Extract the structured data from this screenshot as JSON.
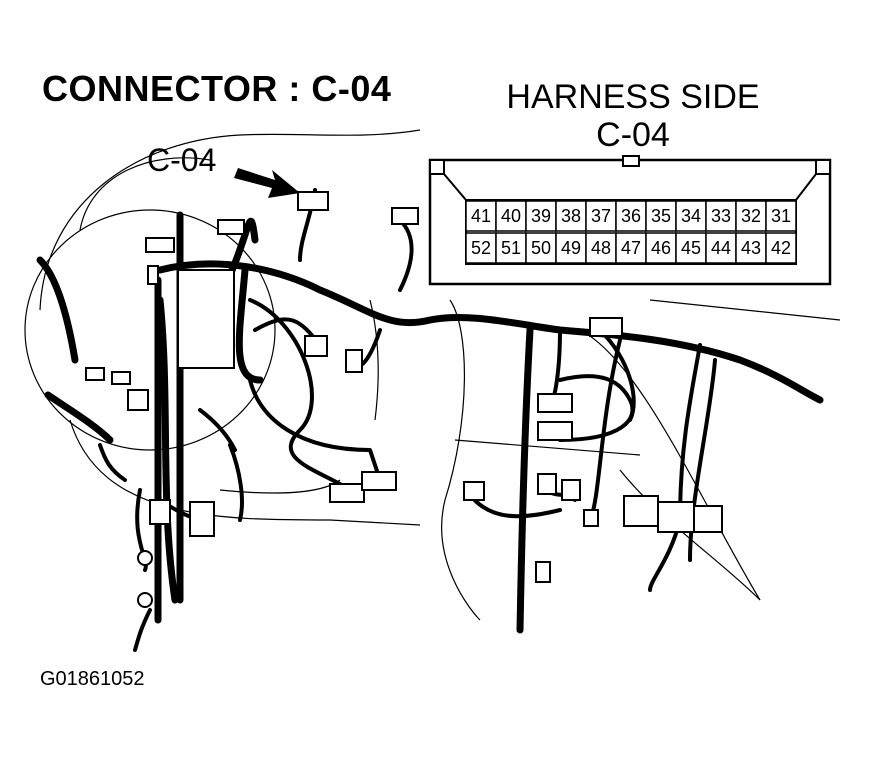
{
  "header": {
    "title": "CONNECTOR : C-04",
    "harness_side": "HARNESS SIDE",
    "harness_connector": "C-04"
  },
  "callout": {
    "label": "C-04"
  },
  "connector": {
    "top_row_pins": [
      "41",
      "40",
      "39",
      "38",
      "37",
      "36",
      "35",
      "34",
      "33",
      "32",
      "31"
    ],
    "bottom_row_pins": [
      "52",
      "51",
      "50",
      "49",
      "48",
      "47",
      "46",
      "45",
      "44",
      "43",
      "42"
    ]
  },
  "figure_code": "G01861052"
}
